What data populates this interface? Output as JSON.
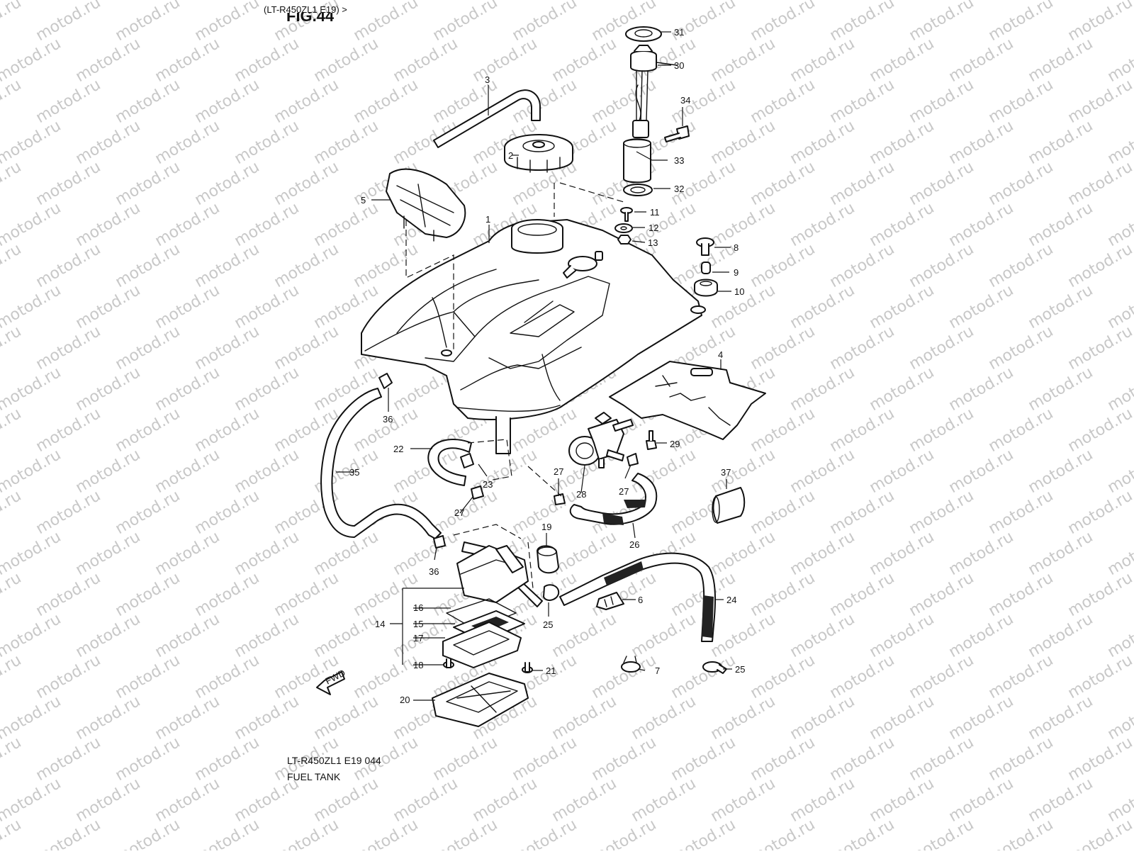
{
  "header": {
    "model_ref": "(LT-R450ZL1 E19) >",
    "fig_title_cut": "FIG.44"
  },
  "footer": {
    "diagram_code": "LT-R450ZL1 E19  044",
    "diagram_name": "FUEL TANK"
  },
  "watermark": {
    "text": "motod.ru",
    "color": "#c8c8c8"
  },
  "fwd_marker": {
    "label": "FWD"
  },
  "callouts": [
    "1",
    "2",
    "3",
    "4",
    "5",
    "6",
    "7",
    "8",
    "9",
    "10",
    "11",
    "12",
    "13",
    "14",
    "15",
    "16",
    "17",
    "18",
    "19",
    "20",
    "21",
    "22",
    "23",
    "24",
    "25",
    "26",
    "27",
    "28",
    "29",
    "30",
    "31",
    "32",
    "33",
    "34",
    "35",
    "36",
    "37"
  ]
}
